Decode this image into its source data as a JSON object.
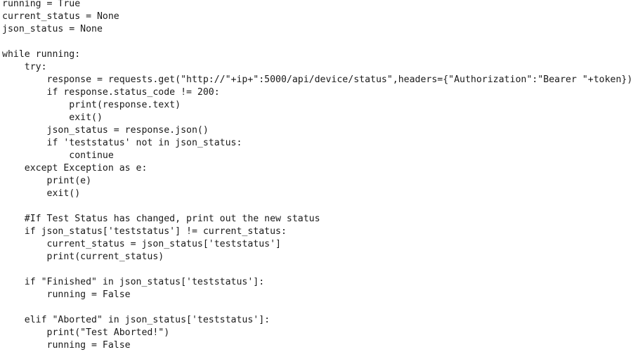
{
  "code": {
    "lines": [
      "running = True",
      "current_status = None",
      "json_status = None",
      "",
      "while running:",
      "    try:",
      "        response = requests.get(\"http://\"+ip+\":5000/api/device/status\",headers={\"Authorization\":\"Bearer \"+token})",
      "        if response.status_code != 200:",
      "            print(response.text)",
      "            exit()",
      "        json_status = response.json()",
      "        if 'teststatus' not in json_status:",
      "            continue",
      "    except Exception as e:",
      "        print(e)",
      "        exit()",
      "",
      "    #If Test Status has changed, print out the new status",
      "    if json_status['teststatus'] != current_status:",
      "        current_status = json_status['teststatus']",
      "        print(current_status)",
      "",
      "    if \"Finished\" in json_status['teststatus']:",
      "        running = False",
      "",
      "    elif \"Aborted\" in json_status['teststatus']:",
      "        print(\"Test Aborted!\")",
      "        running = False"
    ]
  }
}
